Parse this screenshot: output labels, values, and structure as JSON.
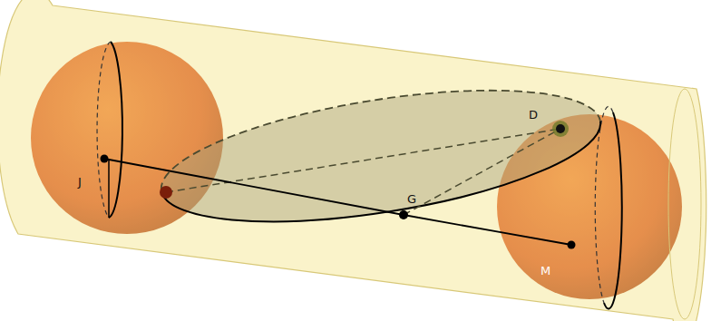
{
  "diagram": {
    "labels": [
      "J",
      "D",
      "G",
      "M"
    ]
  }
}
